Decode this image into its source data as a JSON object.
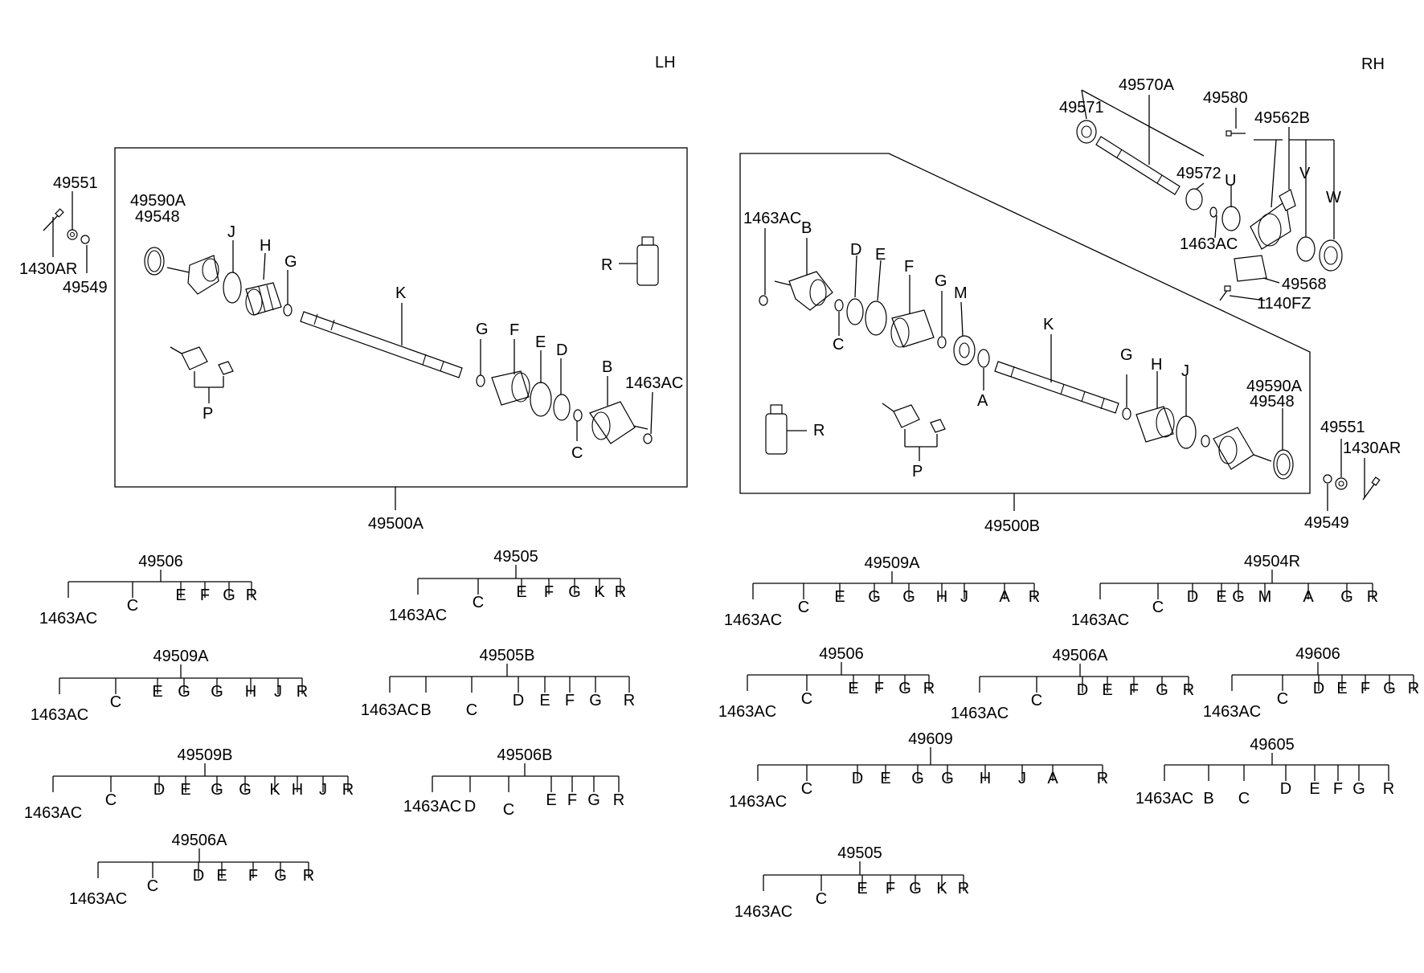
{
  "side_labels": {
    "lh": "LH",
    "rh": "RH"
  },
  "assemblies": {
    "lh": "49500A",
    "rh": "49500B"
  },
  "lh_callouts": {
    "bolt": "1430AR",
    "nut": "49551",
    "washer": "49549",
    "boot_kit_1": "49590A",
    "boot_kit_2": "49548",
    "j": "J",
    "h": "H",
    "g1": "G",
    "k": "K",
    "g2": "G",
    "f": "F",
    "e": "E",
    "d": "D",
    "b": "B",
    "clip": "1463AC",
    "c": "C",
    "r": "R",
    "p": "P"
  },
  "rh_callouts": {
    "clip": "1463AC",
    "b": "B",
    "d": "D",
    "e": "E",
    "f": "F",
    "g1": "G",
    "m": "M",
    "c": "C",
    "k": "K",
    "a": "A",
    "g2": "G",
    "h": "H",
    "j": "J",
    "boot_kit_1": "49590A",
    "boot_kit_2": "49548",
    "r": "R",
    "p": "P",
    "nut": "49551",
    "bolt": "1430AR",
    "washer": "49549"
  },
  "inter_shaft": {
    "shaft": "49570A",
    "seal": "49571",
    "bolt": "49580",
    "bearing_bracket": "49562B",
    "ring": "49572",
    "u": "U",
    "v": "V",
    "w": "W",
    "clip": "1463AC",
    "cover": "49568",
    "bolt2": "1140FZ"
  },
  "kits": [
    {
      "title": "49506",
      "items": [
        "1463AC",
        "C",
        "E",
        "F",
        "G",
        "R"
      ]
    },
    {
      "title": "49505",
      "items": [
        "1463AC",
        "C",
        "E",
        "F",
        "G",
        "K",
        "R"
      ]
    },
    {
      "title": "49509A",
      "items": [
        "1463AC",
        "C",
        "E",
        "G",
        "G",
        "H",
        "J",
        "R"
      ]
    },
    {
      "title": "49505B",
      "items": [
        "1463AC",
        "B",
        "C",
        "D",
        "E",
        "F",
        "G",
        "R"
      ]
    },
    {
      "title": "49509B",
      "items": [
        "1463AC",
        "C",
        "D",
        "E",
        "G",
        "G",
        "K",
        "H",
        "J",
        "R"
      ]
    },
    {
      "title": "49506B",
      "items": [
        "1463AC",
        "D",
        "C",
        "E",
        "F",
        "G",
        "R"
      ]
    },
    {
      "title": "49506A",
      "items": [
        "1463AC",
        "C",
        "D",
        "E",
        "F",
        "G",
        "R"
      ]
    },
    {
      "title": "49509A",
      "items": [
        "1463AC",
        "C",
        "E",
        "G",
        "G",
        "H",
        "J",
        "A",
        "R"
      ]
    },
    {
      "title": "49504R",
      "items": [
        "1463AC",
        "C",
        "D",
        "E",
        "G",
        "M",
        "A",
        "G",
        "R"
      ]
    },
    {
      "title": "49506",
      "items": [
        "1463AC",
        "C",
        "E",
        "F",
        "G",
        "R"
      ]
    },
    {
      "title": "49506A",
      "items": [
        "1463AC",
        "C",
        "D",
        "E",
        "F",
        "G",
        "R"
      ]
    },
    {
      "title": "49606",
      "items": [
        "1463AC",
        "C",
        "D",
        "E",
        "F",
        "G",
        "R"
      ]
    },
    {
      "title": "49609",
      "items": [
        "1463AC",
        "C",
        "D",
        "E",
        "G",
        "G",
        "H",
        "J",
        "A",
        "R"
      ]
    },
    {
      "title": "49605",
      "items": [
        "1463AC",
        "B",
        "C",
        "D",
        "E",
        "F",
        "G",
        "R"
      ]
    },
    {
      "title": "49505",
      "items": [
        "1463AC",
        "C",
        "E",
        "F",
        "G",
        "K",
        "R"
      ]
    }
  ]
}
